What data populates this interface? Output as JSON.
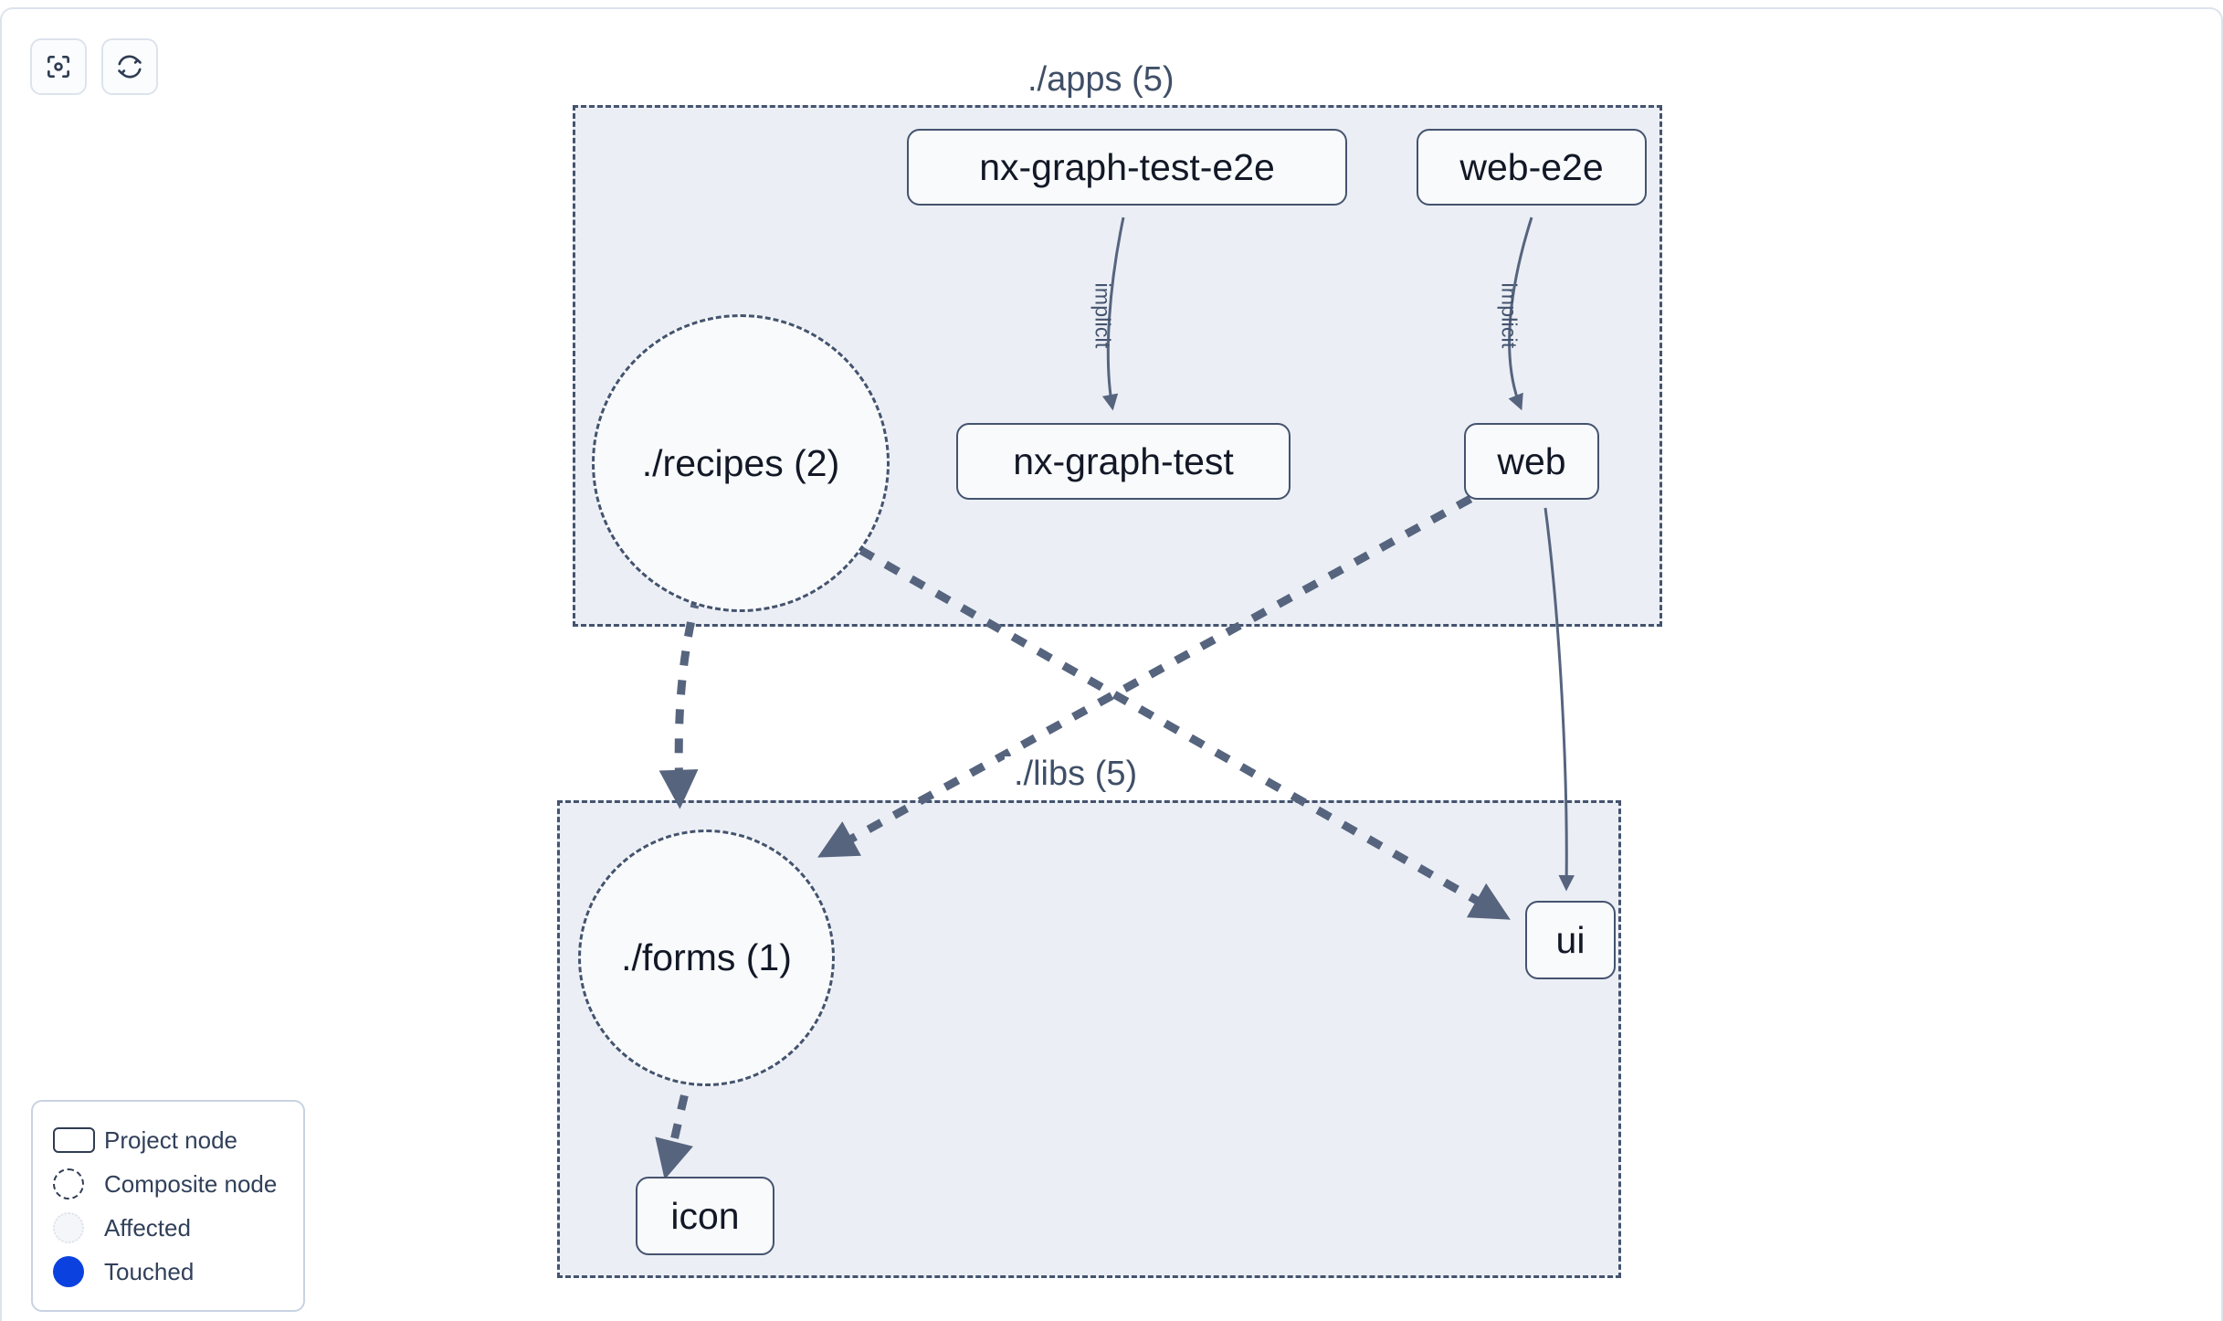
{
  "toolbar": {
    "buttons": [
      {
        "name": "focus-graph-button",
        "icon": "focus-target-icon",
        "label": "Focus graph"
      },
      {
        "name": "refresh-graph-button",
        "icon": "refresh-icon",
        "label": "Refresh graph"
      }
    ]
  },
  "graph": {
    "groups": [
      {
        "id": "apps",
        "label": "./apps (5)"
      },
      {
        "id": "libs",
        "label": "./libs (5)"
      }
    ],
    "nodes": [
      {
        "id": "nx-graph-test-e2e",
        "label": "nx-graph-test-e2e",
        "type": "project",
        "group": "apps"
      },
      {
        "id": "web-e2e",
        "label": "web-e2e",
        "type": "project",
        "group": "apps"
      },
      {
        "id": "recipes",
        "label": "./recipes (2)",
        "type": "composite",
        "group": "apps"
      },
      {
        "id": "nx-graph-test",
        "label": "nx-graph-test",
        "type": "project",
        "group": "apps"
      },
      {
        "id": "web",
        "label": "web",
        "type": "project",
        "group": "apps"
      },
      {
        "id": "forms",
        "label": "./forms (1)",
        "type": "composite",
        "group": "libs"
      },
      {
        "id": "ui",
        "label": "ui",
        "type": "project",
        "group": "libs"
      },
      {
        "id": "icon",
        "label": "icon",
        "type": "project",
        "group": "libs"
      }
    ],
    "edges": [
      {
        "source": "nx-graph-test-e2e",
        "target": "nx-graph-test",
        "label": "implicit",
        "style": "solid"
      },
      {
        "source": "web-e2e",
        "target": "web",
        "label": "implicit",
        "style": "solid"
      },
      {
        "source": "web",
        "target": "ui",
        "label": "",
        "style": "solid"
      },
      {
        "source": "recipes",
        "target": "forms",
        "label": "",
        "style": "dashed"
      },
      {
        "source": "recipes",
        "target": "ui",
        "label": "",
        "style": "dashed"
      },
      {
        "source": "web",
        "target": "forms",
        "label": "",
        "style": "dashed"
      },
      {
        "source": "forms",
        "target": "icon",
        "label": "",
        "style": "dashed"
      }
    ]
  },
  "legend": {
    "items": [
      {
        "swatch": "project-node-swatch",
        "label": "Project node"
      },
      {
        "swatch": "composite-node-swatch",
        "label": "Composite node"
      },
      {
        "swatch": "affected-swatch",
        "label": "Affected"
      },
      {
        "swatch": "touched-swatch",
        "label": "Touched"
      }
    ]
  },
  "colors": {
    "canvas": "#ffffff",
    "group_fill": "#ebeff5",
    "stroke": "#44536e",
    "node_fill": "#f8fafc",
    "node_text": "#121826",
    "touched": "#0b42df",
    "frame_border": "#dde3ed"
  }
}
